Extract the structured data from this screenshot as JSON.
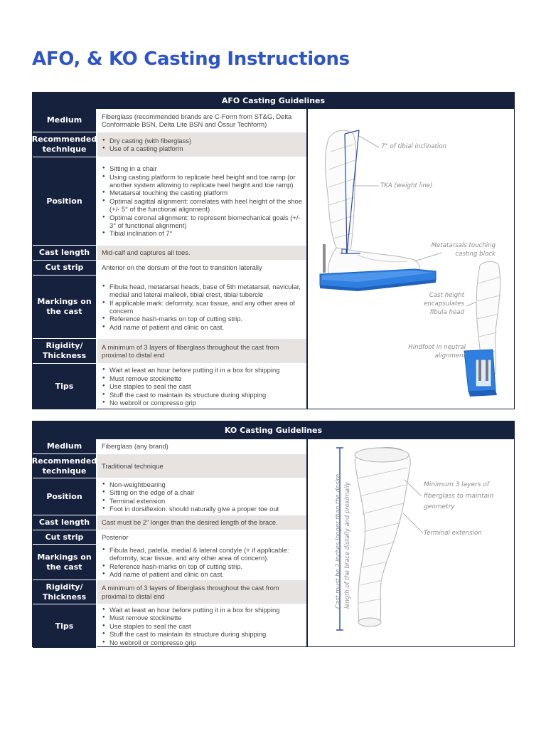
{
  "page_title": "AFO, & KO Casting Instructions",
  "afo": {
    "header": "AFO Casting Guidelines",
    "rows": [
      {
        "label": "Medium",
        "text": "Fiberglass (recommended brands are C-Form from ST&G, Delta Conformable BSN, Delta Lite BSN and Össur Techform)"
      },
      {
        "label": "Recommended technique",
        "bullets": [
          "Dry casting (with fiberglass)",
          "Use of a casting platform"
        ]
      },
      {
        "label": "Position",
        "bullets": [
          "Sitting in a chair",
          "Using casting platform to replicate heel height and toe ramp (or another system allowing to replicate heel height and toe ramp)",
          "Metatarsal touching the casting platform",
          "Optimal sagittal alignment: correlates with heel height of the shoe (+/- 5° of the functional alignment)",
          "Optimal coronal alignment: to represent biomechanical goals (+/- 3° of functional alignment)",
          "Tibial inclination of 7°"
        ]
      },
      {
        "label": "Cast length",
        "text": "Mid-calf and captures all toes."
      },
      {
        "label": "Cut strip",
        "text": "Anterior on the dorsum of the foot to transition laterally"
      },
      {
        "label": "Markings on the cast",
        "bullets": [
          "Fibula head, metatarsal heads, base of 5th metatarsal, navicular, medial and lateral malleoli, tibial crest, tibial tubercle",
          "If applicable mark: deformity, scar tissue, and any other area of concern",
          "Reference hash-marks on top of cutting strip.",
          "Add name of patient and clinic on cast."
        ]
      },
      {
        "label": "Rigidity/ Thickness",
        "text": "A minimum of 3 layers of fiberglass throughout the cast from proximal to distal end"
      },
      {
        "label": "Tips",
        "bullets": [
          "Wait at least an hour before putting it in a box for shipping",
          "Must remove stockinette",
          "Use staples to seal the cast",
          "Stuff the cast to maintain its structure during shipping",
          "No webroll or compresso grip"
        ]
      }
    ],
    "callouts": {
      "tibial_inclination": "7° of tibial inclination",
      "tka": "TKA (weight line)",
      "metatarsals_line1": "Metatarsals touching",
      "metatarsals_line2": "casting block",
      "cast_height_line1": "Cast height",
      "cast_height_line2": "encapsulates",
      "cast_height_line3": "fibula head",
      "hindfoot_line1": "Hindfoot in neutral",
      "hindfoot_line2": "alignment"
    }
  },
  "ko": {
    "header": "KO Casting Guidelines",
    "rows": [
      {
        "label": "Medium",
        "text": "Fiberglass (any brand)"
      },
      {
        "label": "Recommended technique",
        "text": "Traditional technique"
      },
      {
        "label": "Position",
        "bullets": [
          "Non-weightbearing",
          "Sitting on the edge of a chair",
          "Terminal extension",
          "Foot in dorsiflexion: should naturally give a proper toe out"
        ]
      },
      {
        "label": "Cast length",
        "text": "Cast must be 2\" longer than the desired length of the brace."
      },
      {
        "label": "Cut strip",
        "text": "Posterior"
      },
      {
        "label": "Markings on the cast",
        "bullets": [
          "Fibula head, patella, medial & lateral condyle (+ if applicable: deformity, scar tissue, and any other area of concern).",
          "Reference hash-marks on top of cutting strip.",
          "Add name of patient and clinic on cast."
        ]
      },
      {
        "label": "Rigidity/ Thickness",
        "text": "A minimum of 3 layers of fiberglass throughout the cast from proximal to distal end"
      },
      {
        "label": "Tips",
        "bullets": [
          "Wait at least an hour before putting it in a box for shipping",
          "Must remove stockinette",
          "Use staples to seal the cast",
          "Stuff the cast to maintain its structure during shipping",
          "No webroll or compresso grip"
        ]
      }
    ],
    "callouts": {
      "minimum_line1": "Minimum 3 layers of",
      "minimum_line2": "fiberglass to maintain",
      "minimum_line3": "geometry",
      "terminal_extension": "Terminal extension",
      "length_line1": "Cast must be 2 inches longer than the desire",
      "length_line2": "length of the brace distally and proximally"
    }
  },
  "colors": {
    "navy": "#16213d",
    "title_blue": "#2e55c7",
    "platform_blue": "#2f7fe0",
    "shade": "#e6e3e1"
  }
}
